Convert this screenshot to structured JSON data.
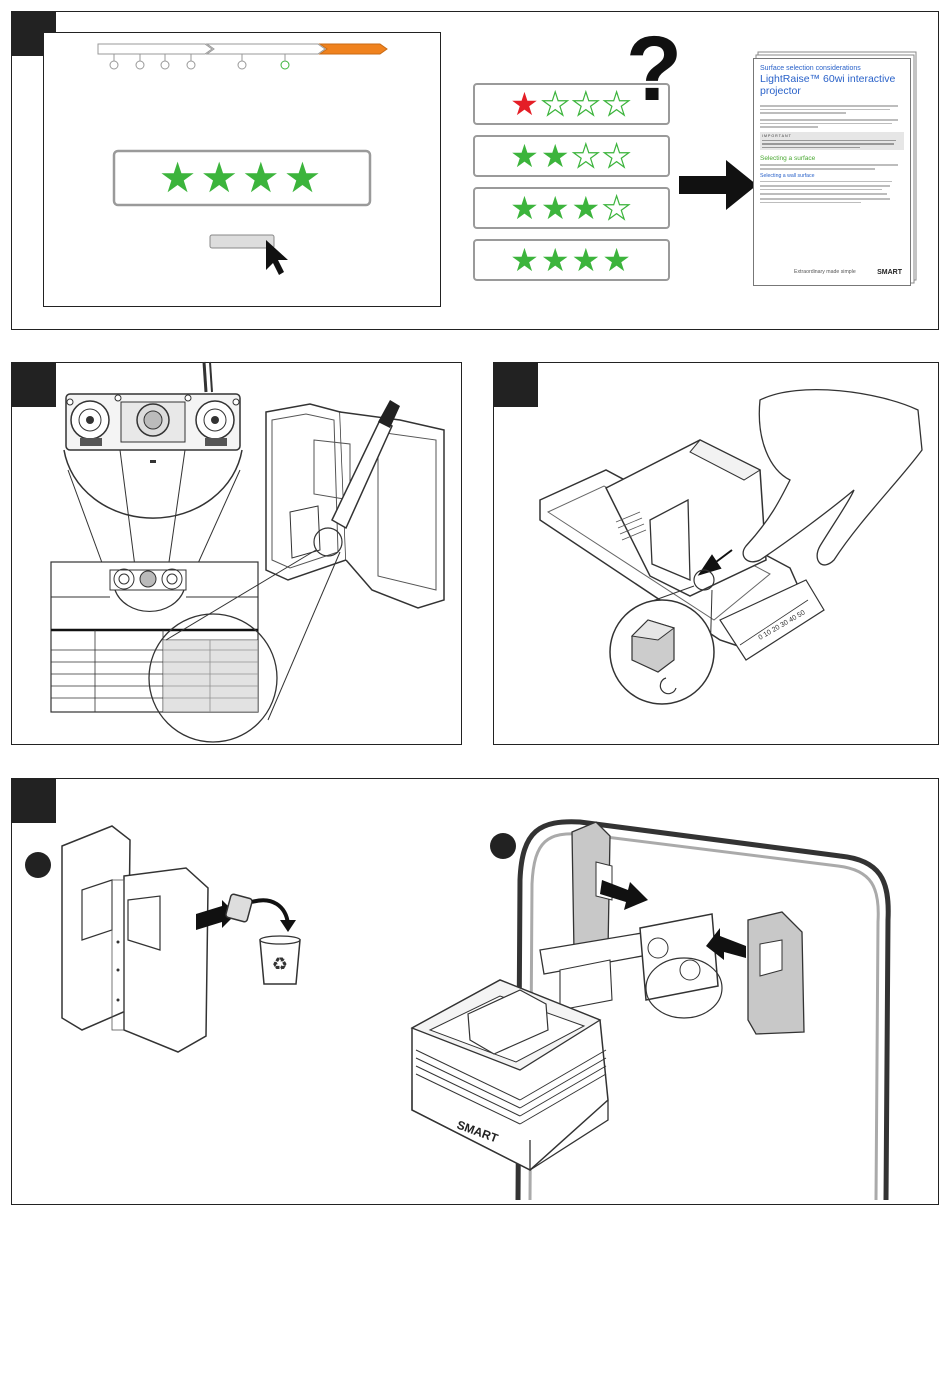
{
  "figure": {
    "title": "",
    "panels": [
      {
        "id": "top",
        "label": ""
      },
      {
        "id": "middle-left",
        "label": ""
      },
      {
        "id": "middle-right",
        "label": ""
      },
      {
        "id": "bottom",
        "label": ""
      }
    ]
  },
  "top_panel": {
    "screen_rating": {
      "stars_filled": 4,
      "stars_total": 4
    },
    "ratings": [
      {
        "filled": 1,
        "total": 4,
        "first_star_color": "#e41e26"
      },
      {
        "filled": 2,
        "total": 4
      },
      {
        "filled": 3,
        "total": 4
      },
      {
        "filled": 4,
        "total": 4
      }
    ],
    "question_mark": "?",
    "document": {
      "heading": "Surface selection considerations",
      "title": "LightRaise™ 60wi interactive projector",
      "important_label": "IMPORTANT",
      "section": "Selecting a surface",
      "subsection": "Selecting a wall surface",
      "footer": "Extraordinary made simple",
      "brand": "SMART"
    },
    "star_color": "#3cb43c",
    "accent_color": "#f0821e"
  },
  "bottom_panel": {
    "brand": "SMART"
  }
}
